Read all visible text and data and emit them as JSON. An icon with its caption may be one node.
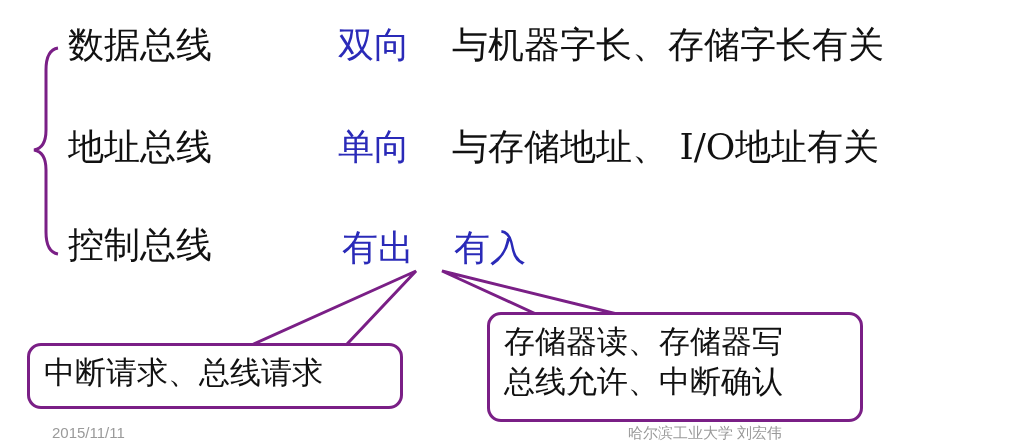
{
  "diagram": {
    "nodes": [
      {
        "text": [
          "有出"
        ]
      },
      {
        "text": [
          "有入"
        ]
      },
      {
        "text": [
          "中断请求、总线请求"
        ]
      },
      {
        "text": [
          "存储器读、存储器写总线允许、中断确认"
        ]
      }
    ],
    "edges": [
      {
        "from": 2,
        "to": 0,
        "arrow": "none"
      },
      {
        "from": 3,
        "to": 1,
        "arrow": "none"
      }
    ],
    "labels": [
      "数据总线",
      "双向",
      "与机器字长、存储字长有关",
      "地址总线",
      "单向",
      "与存储地址、 I/O地址有关",
      "控制总线",
      "2015/11/11",
      "哈尔滨工业大学 刘宏伟"
    ]
  }
}
